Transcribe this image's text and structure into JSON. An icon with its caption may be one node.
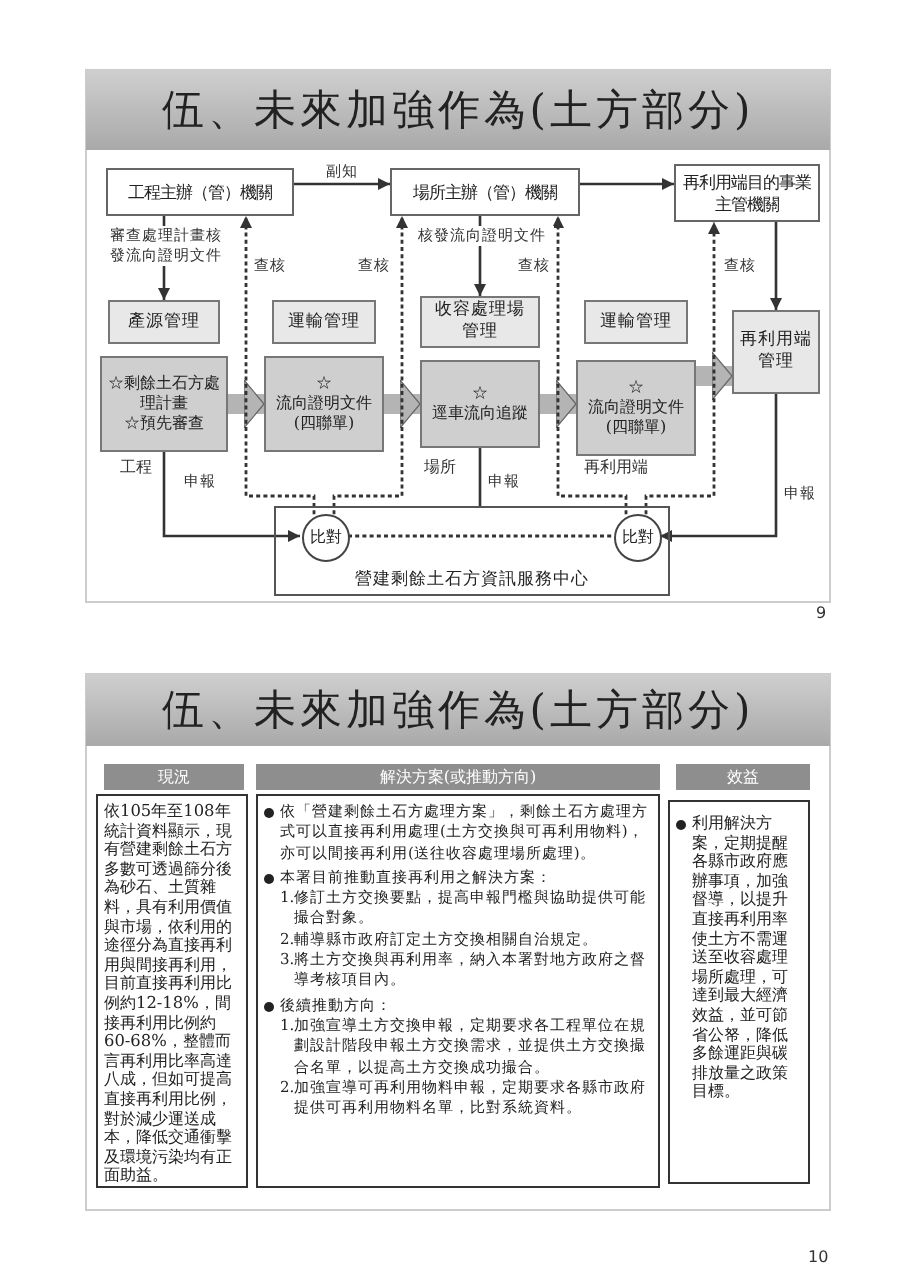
{
  "diagram": {
    "nodes": [
      {
        "text": [
          "伍、未來加強作為(土方部分)"
        ]
      },
      {
        "text": [
          "工程主辦（管）機關"
        ]
      },
      {
        "text": [
          "場所主辦（管）機關"
        ]
      },
      {
        "text": [
          "再利用端目的事業主管機關"
        ]
      },
      {
        "text": [
          "產源管理"
        ]
      },
      {
        "text": [
          "運輸管理"
        ]
      },
      {
        "text": [
          "收容處理場管理"
        ]
      },
      {
        "text": [
          "運輸管理"
        ]
      },
      {
        "text": [
          "再利用端管理"
        ]
      },
      {
        "text": [
          "☆剩餘土石方處理計畫",
          "☆預先審查"
        ]
      },
      {
        "text": [
          "☆流向證明文件(四聯單)"
        ]
      },
      {
        "text": [
          "☆逕車流向追蹤"
        ]
      },
      {
        "text": [
          "☆流向證明文件(四聯單)"
        ]
      },
      {
        "text": [
          "營建剩餘土石方資訊服務中心"
        ]
      },
      {
        "text": [
          "比對"
        ],
        "in": 13
      },
      {
        "text": [
          "比對"
        ],
        "in": 13
      },
      {
        "text": [
          "伍、未來加強作為(土方部分)"
        ]
      },
      {
        "text": [
          "現況"
        ]
      },
      {
        "text": [
          "解決方案(或推動方向)"
        ]
      },
      {
        "text": [
          "效益"
        ]
      },
      {
        "text": [
          "依105年至108年統計資料顯示，現有營建剩餘土石方多數可透過篩分後為砂石、土質雜料，具有利用價值與市場，依利用的途徑分為直接再利用與間接再利用，目前直接再利用比例約12-18%，間接再利用比例約60-68%，整體而言再利用比率高達八成，但如可提高直接再利用比例，對於減少運送成本，降低交通衝擊及環境污染均有正面助益。"
        ]
      },
      {
        "text": [
          "依「營建剩餘土石方處理方案」，剩餘土石方處理方式可以直接再利用處理(土方交換與可再利用物料)，亦可以間接再利用(送往收容處理場所處理)。",
          "本署目前推動直接再利用之解決方案：",
          "1.修訂土方交換要點，提高申報門檻與協助提供可能撮合對象。",
          "2.輔導縣市政府訂定土方交換相關自治規定。",
          "3.將土方交換與再利用率，納入本署對地方政府之督導考核項目內。",
          "後續推動方向：",
          "1.加強宣導土方交換申報，定期要求各工程單位在規劃設計階段申報土方交換需求，並提供土方交換撮合名單，以提高土方交換成功撮合。",
          "2.加強宣導可再利用物料申報，定期要求各縣市政府提供可再利用物料名單，比對系統資料。"
        ]
      },
      {
        "text": [
          "利用解決方案，定期提醒各縣市政府應辦事項，加強督導，以提升直接再利用率使土方不需運送至收容處理場所處理，可達到最大經濟效益，並可節省公帑，降低多餘運距與碳排放量之政策目標。"
        ]
      }
    ],
    "edges": [
      {
        "from": 1,
        "to": 2,
        "arrow": "to",
        "label": "副知"
      },
      {
        "from": 2,
        "to": 3,
        "arrow": "to"
      },
      {
        "from": 1,
        "to": 4,
        "arrow": "to",
        "label": "審查處理計畫核發流向證明文件"
      },
      {
        "from": 2,
        "to": 6,
        "arrow": "to",
        "label": "核發流向證明文件"
      },
      {
        "from": 3,
        "to": 8,
        "arrow": "to"
      },
      {
        "from": 9,
        "to": 10,
        "arrow": "to",
        "style": "thick",
        "color": "#b4b4b4"
      },
      {
        "from": 10,
        "to": 11,
        "arrow": "to",
        "style": "thick",
        "color": "#b4b4b4"
      },
      {
        "from": 11,
        "to": 12,
        "arrow": "to",
        "style": "thick",
        "color": "#b4b4b4"
      },
      {
        "from": 12,
        "to": 8,
        "arrow": "to",
        "style": "thick",
        "color": "#b4b4b4"
      },
      {
        "from": 9,
        "to": 14,
        "arrow": "to",
        "label": "申報"
      },
      {
        "from": 11,
        "to": 13,
        "arrow": "none",
        "label": "申報"
      },
      {
        "from": 8,
        "to": 15,
        "arrow": "to",
        "label": "申報"
      },
      {
        "from": 14,
        "to": 1,
        "arrow": "to",
        "style": "dashed",
        "label": "查核"
      },
      {
        "from": 14,
        "to": 2,
        "arrow": "to",
        "style": "dashed",
        "label": "查核"
      },
      {
        "from": 15,
        "to": 2,
        "arrow": "to",
        "style": "dashed",
        "label": "查核"
      },
      {
        "from": 15,
        "to": 3,
        "arrow": "to",
        "style": "dashed",
        "label": "查核"
      },
      {
        "from": 14,
        "to": 15,
        "arrow": "none",
        "style": "dashed"
      }
    ],
    "labels": [
      "工程",
      "場所",
      "再利用端",
      "9",
      "10"
    ]
  }
}
